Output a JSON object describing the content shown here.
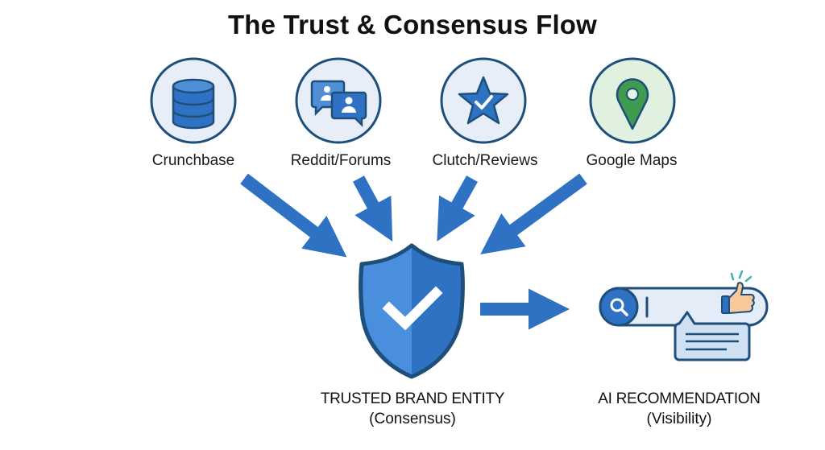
{
  "title": "The Trust & Consensus Flow",
  "sources": [
    {
      "label": "Crunchbase",
      "icon": "database-icon"
    },
    {
      "label": "Reddit/Forums",
      "icon": "chat-users-icon"
    },
    {
      "label": "Clutch/Reviews",
      "icon": "star-check-icon"
    },
    {
      "label": "Google Maps",
      "icon": "map-pin-icon"
    }
  ],
  "hub": {
    "line1": "TRUSTED BRAND ENTITY",
    "line2": "(Consensus)",
    "icon": "shield-check-icon"
  },
  "output": {
    "line1": "AI RECOMMENDATION",
    "line2": "(Visibility)",
    "icon": "search-thumbs-up-icon"
  },
  "colors": {
    "primary": "#2f72c4",
    "dark_outline": "#1e4f7a",
    "light_fill": "#e6eef8",
    "green": "#3e9b4f",
    "green_fill": "#dff0df"
  }
}
